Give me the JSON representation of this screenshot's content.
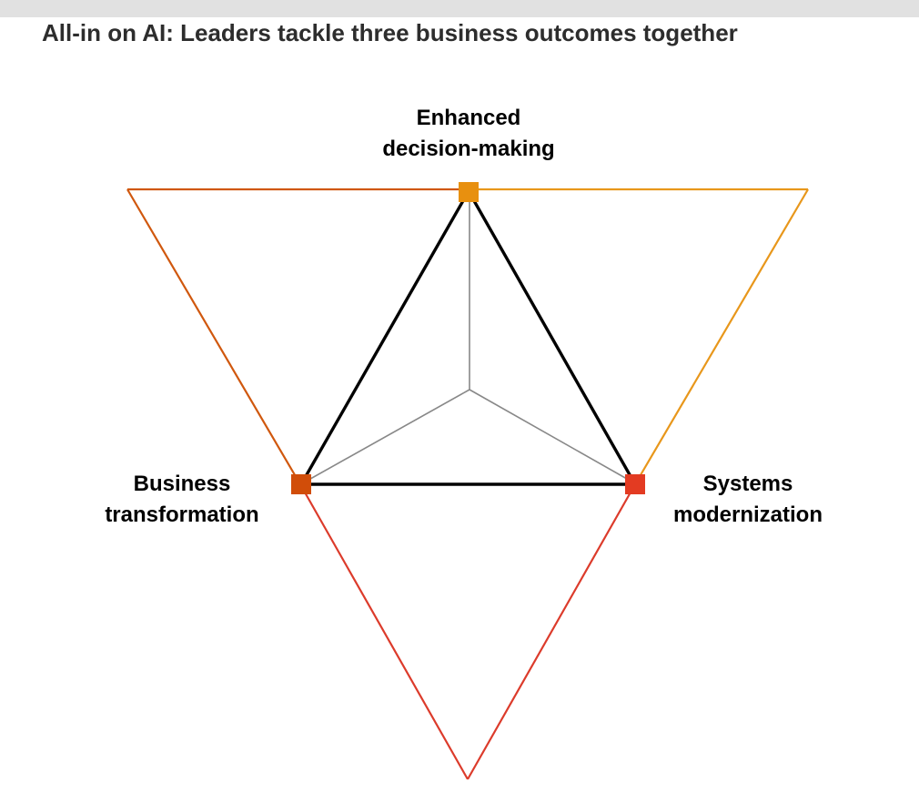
{
  "title": "All-in on AI: Leaders tackle three business outcomes together",
  "nodes": {
    "top": {
      "lines": [
        "Enhanced",
        "decision-making"
      ],
      "color": "#e8900f"
    },
    "left": {
      "lines": [
        "Business",
        "transformation"
      ],
      "color": "#d14d09"
    },
    "right": {
      "lines": [
        "Systems",
        "modernization"
      ],
      "color": "#e33b22"
    }
  },
  "colors": {
    "edge_top_left": "#d0580e",
    "edge_top_right": "#e8971b",
    "edge_bottom": "#dc3b2b",
    "inner_triangle": "#000000",
    "spokes": "#888888"
  }
}
